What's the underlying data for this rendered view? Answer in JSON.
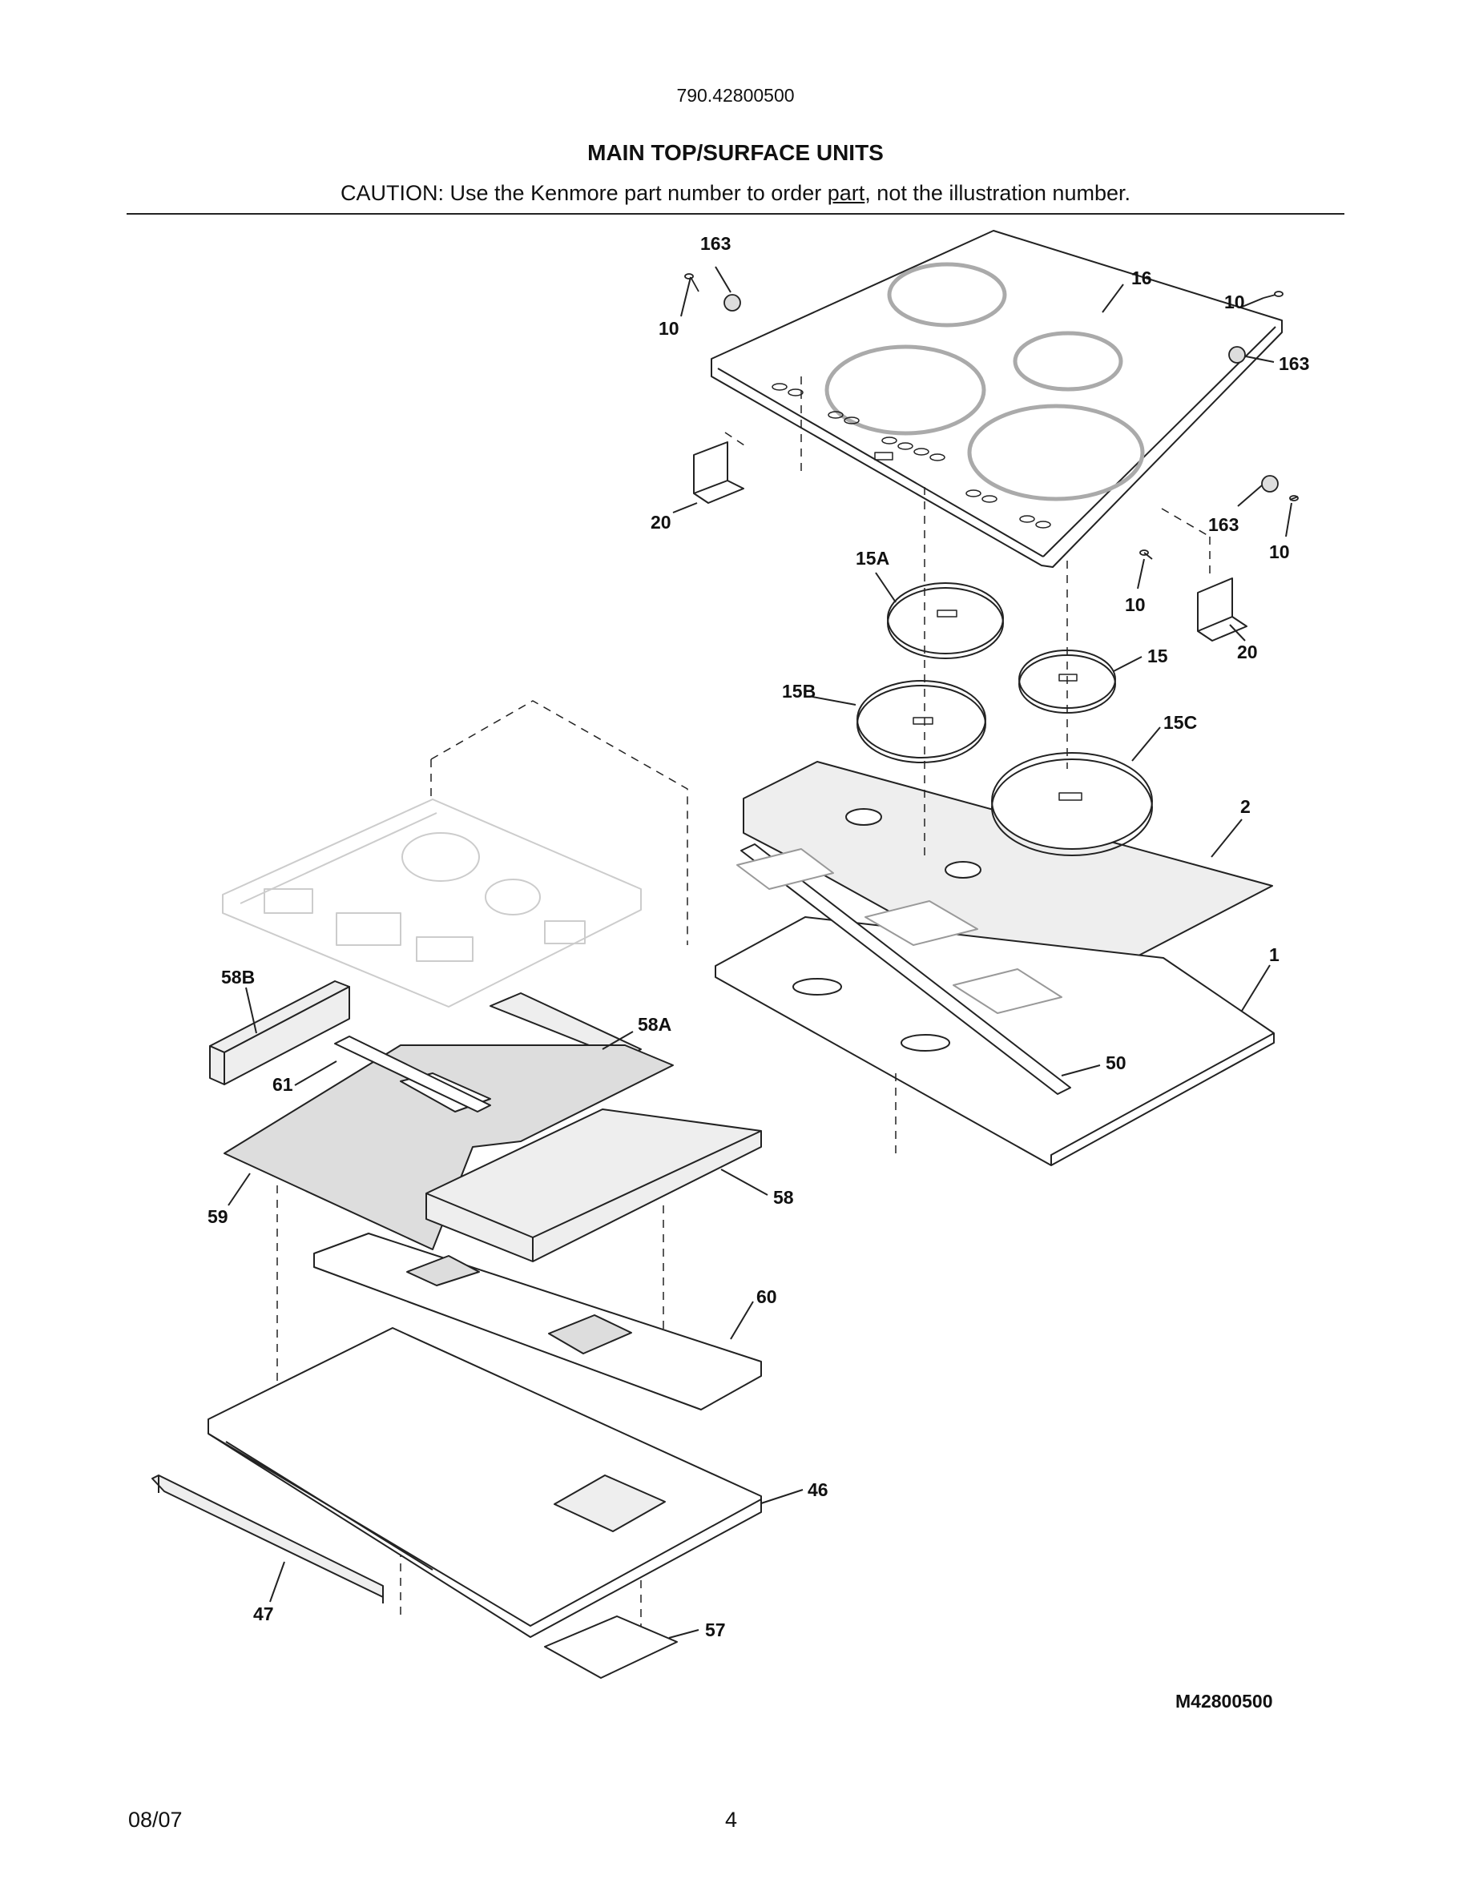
{
  "header": {
    "model_number": "790.42800500",
    "title": "MAIN TOP/SURFACE UNITS",
    "caution_before": "CAUTION: Use the Kenmore part number to order ",
    "caution_link": "part",
    "caution_after": ", not the illustration number."
  },
  "callouts": {
    "c163a": "163",
    "c10a": "10",
    "c16": "16",
    "c10b": "10",
    "c163b": "163",
    "c20a": "20",
    "c163c": "163",
    "c10c": "10",
    "c10d": "10",
    "c20b": "20",
    "c15a": "15A",
    "c15": "15",
    "c15b": "15B",
    "c15c": "15C",
    "c2": "2",
    "c1": "1",
    "c50": "50",
    "c58b": "58B",
    "c58a": "58A",
    "c61": "61",
    "c58": "58",
    "c59": "59",
    "c60": "60",
    "c46": "46",
    "c47": "47",
    "c57": "57"
  },
  "footer": {
    "figure_id": "M42800500",
    "date": "08/07",
    "page_number": "4"
  }
}
